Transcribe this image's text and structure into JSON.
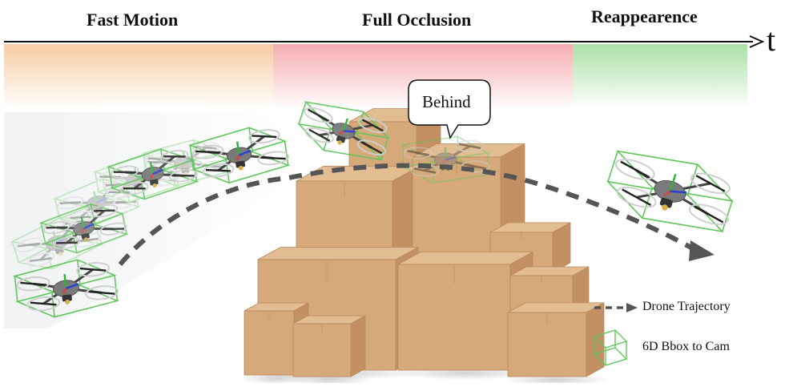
{
  "phases": [
    {
      "label": "Fast Motion",
      "color": "#f7c9a0"
    },
    {
      "label": "Full Occlusion",
      "color": "#f5a8ad"
    },
    {
      "label": "Reappearence",
      "color": "#a6e0a3"
    }
  ],
  "axis_label": "t",
  "bubble_text": "Behind",
  "legend": {
    "trajectory_label": "Drone Trajectory",
    "bbox_label": "6D Bbox to Cam"
  },
  "colors": {
    "bbox": "#5fc75a",
    "trajectory": "#555555",
    "box_face": "#d6a97a",
    "box_side": "#c29063",
    "box_top": "#e2bd91",
    "drone_body": "#7a7a7a",
    "axis_x": "#e23b3b",
    "axis_y": "#2fb23a",
    "axis_z": "#2b3fd6"
  }
}
